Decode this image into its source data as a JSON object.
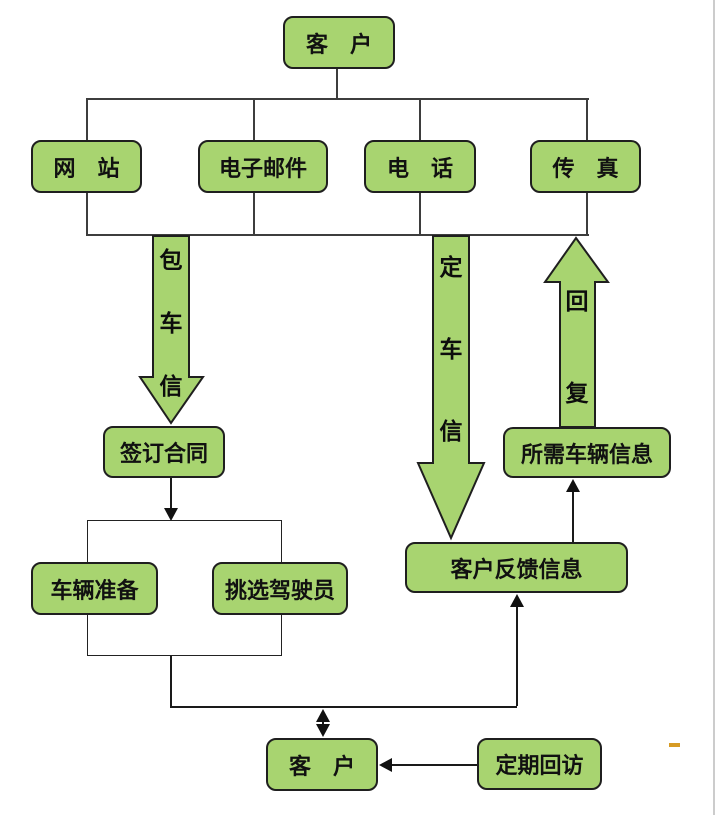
{
  "diagram": {
    "nodes": {
      "top_customer": {
        "label": "客　户"
      },
      "website": {
        "label": "网　站"
      },
      "email": {
        "label": "电子邮件"
      },
      "phone": {
        "label": "电　话"
      },
      "fax": {
        "label": "传　真"
      },
      "sign_contract": {
        "label": "签订合同"
      },
      "vehicle_prep": {
        "label": "车辆准备"
      },
      "select_driver": {
        "label": "挑选驾驶员"
      },
      "customer_feedback": {
        "label": "客户反馈信息"
      },
      "required_vehicle_info": {
        "label": "所需车辆信息"
      },
      "bottom_customer": {
        "label": "客　户"
      },
      "regular_followup": {
        "label": "定期回访"
      }
    },
    "flow_labels": {
      "charter_info": [
        "包",
        "车",
        "信"
      ],
      "booking_info": [
        "定",
        "车",
        "信"
      ],
      "reply": [
        "回",
        "复"
      ]
    },
    "colors": {
      "node_fill": "#a8d470",
      "node_border": "#1f1f1f",
      "connector": "#3d3d3d",
      "arrow_fill": "#a8d470",
      "page_border": "#cccccc",
      "accent_dash": "#d79b24"
    }
  }
}
